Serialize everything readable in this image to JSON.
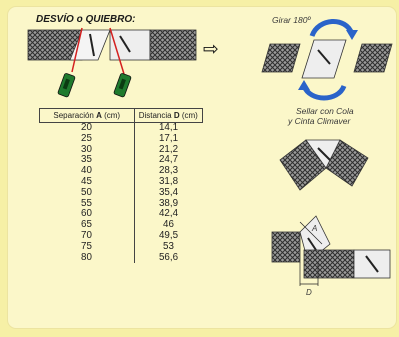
{
  "title": "DESVÍO o QUIEBRO:",
  "rotate_label": "Girar 180º",
  "seal_label_line1": "Sellar con Cola",
  "seal_label_line2": "y Cinta Climaver",
  "table": {
    "header_a_prefix": "Separación ",
    "header_a_var": "A",
    "header_a_unit": " (cm)",
    "header_d_prefix": "Distancia ",
    "header_d_var": "D",
    "header_d_unit": " (cm)",
    "separation_values": [
      "20",
      "25",
      "30",
      "35",
      "40",
      "45",
      "50",
      "55",
      "60",
      "65",
      "70",
      "75",
      "80"
    ],
    "distance_values": [
      "14,1",
      "17,1",
      "21,2",
      "24,7",
      "28,3",
      "31,8",
      "35,4",
      "38,9",
      "42,4",
      "46",
      "49,5",
      "53",
      "56,6"
    ]
  },
  "diagram_labels": {
    "a": "A",
    "d": "D"
  },
  "colors": {
    "background": "#f6f0a6",
    "panel": "#fbf7c9",
    "marker_green": "#1f7a2e",
    "rotate_arrow_blue": "#2a63c9",
    "cut_line_red": "#d42020"
  },
  "icons": [
    "right-arrow-icon",
    "rotate-arrow-icon",
    "marker-pen-icon"
  ]
}
